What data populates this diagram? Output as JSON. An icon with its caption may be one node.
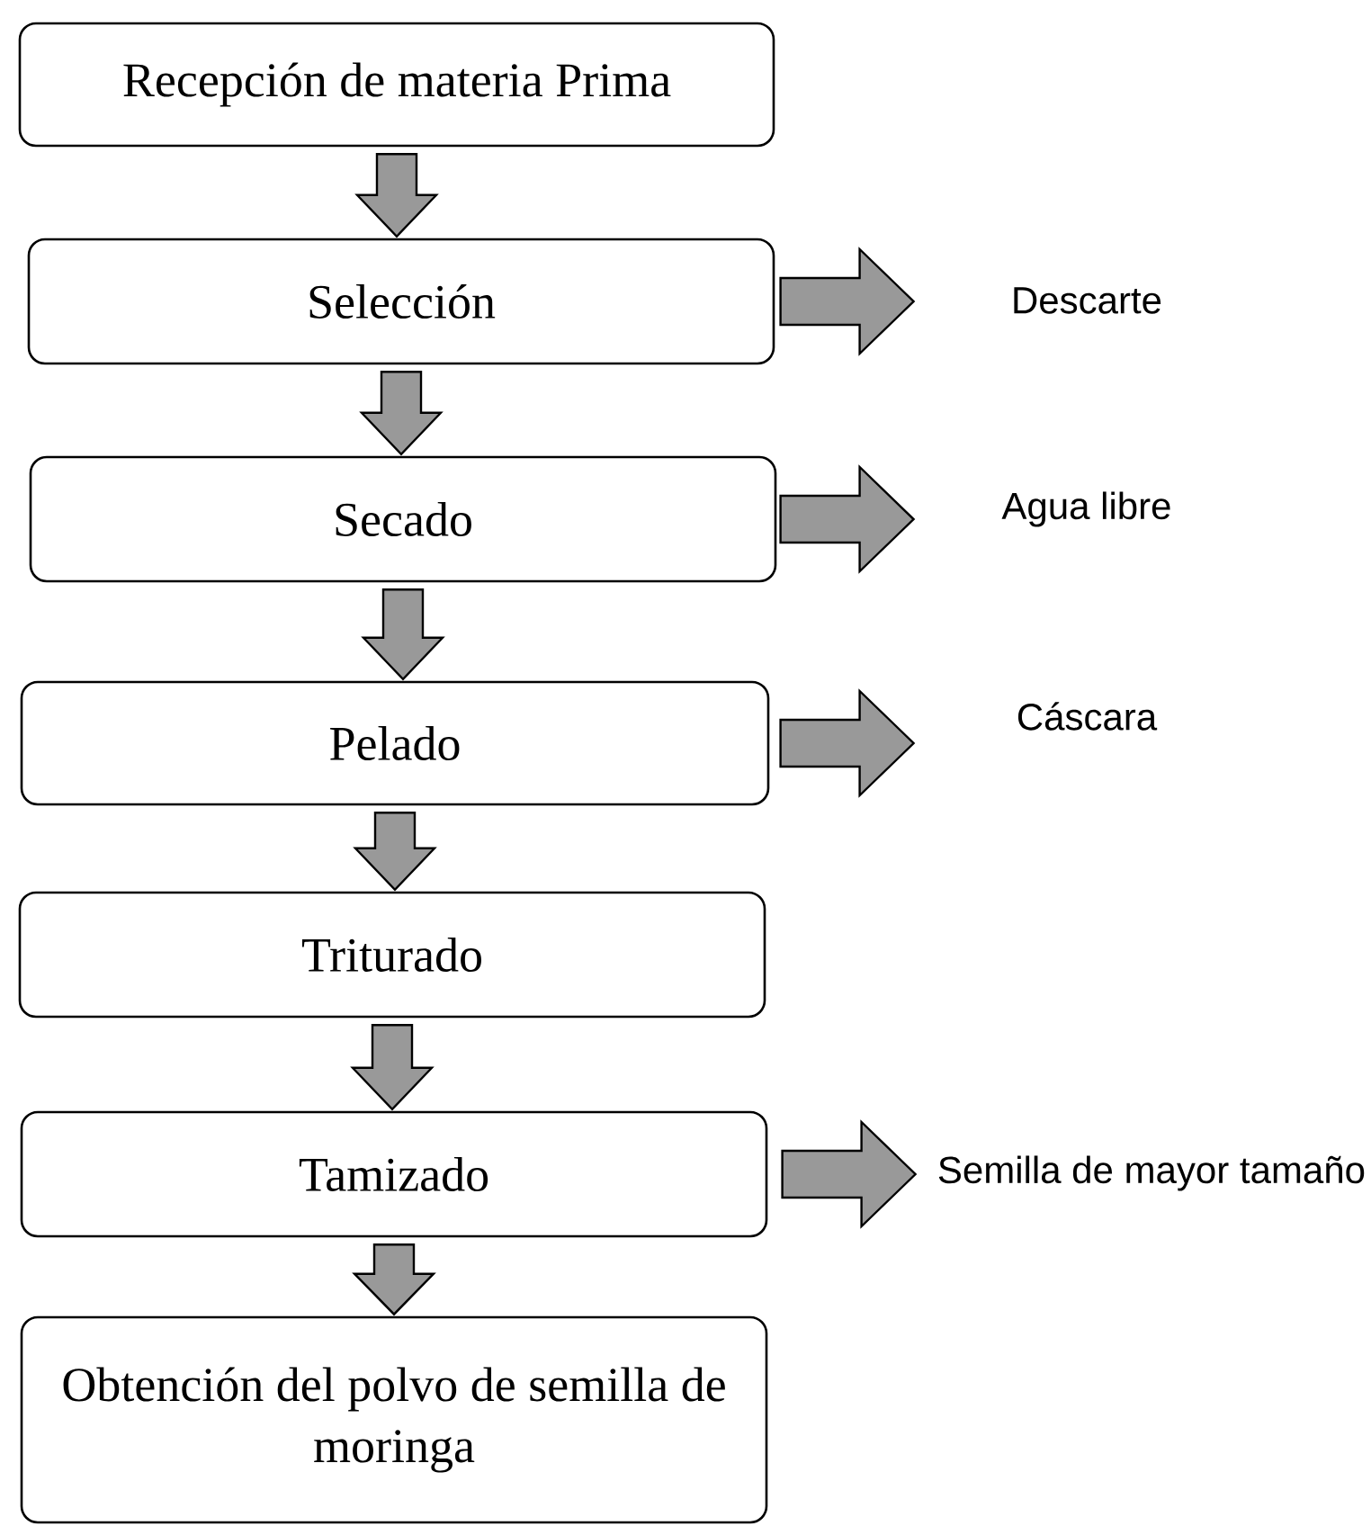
{
  "diagram": {
    "nodes": [
      {
        "text": [
          "Recepción de materia Prima"
        ]
      },
      {
        "text": [
          "Selección"
        ]
      },
      {
        "text": [
          "Secado"
        ]
      },
      {
        "text": [
          "Pelado"
        ]
      },
      {
        "text": [
          "Triturado"
        ]
      },
      {
        "text": [
          "Tamizado"
        ]
      },
      {
        "text": [
          "Obtención del polvo de semilla de moringa"
        ]
      },
      {
        "text": [
          "Descarte"
        ]
      },
      {
        "text": [
          "Agua libre"
        ]
      },
      {
        "text": [
          "Cáscara"
        ]
      },
      {
        "text": [
          "Semilla de mayor tamaño"
        ]
      }
    ],
    "edges": [
      {
        "from": 0,
        "to": 1,
        "arrow": "to"
      },
      {
        "from": 1,
        "to": 2,
        "arrow": "to"
      },
      {
        "from": 2,
        "to": 3,
        "arrow": "to"
      },
      {
        "from": 3,
        "to": 4,
        "arrow": "to"
      },
      {
        "from": 4,
        "to": 5,
        "arrow": "to"
      },
      {
        "from": 5,
        "to": 6,
        "arrow": "to"
      },
      {
        "from": 1,
        "to": 7,
        "arrow": "to"
      },
      {
        "from": 2,
        "to": 8,
        "arrow": "to"
      },
      {
        "from": 3,
        "to": 9,
        "arrow": "to"
      },
      {
        "from": 5,
        "to": 10,
        "arrow": "to"
      }
    ]
  }
}
